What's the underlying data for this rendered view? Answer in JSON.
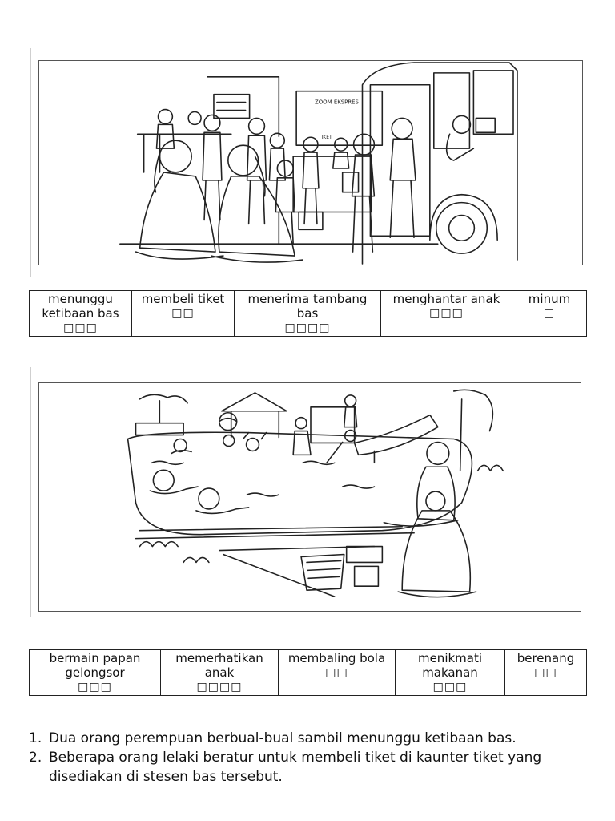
{
  "picture1": {
    "bus_sign_text": "ZOOM EKSPRES",
    "counter_sign_text": "TIKET",
    "vocab": [
      {
        "word": "menunggu ketibaan bas",
        "glyph": "□□□"
      },
      {
        "word": "membeli tiket",
        "glyph": "□□"
      },
      {
        "word": "menerima tambang bas",
        "glyph": "□□□□"
      },
      {
        "word": "menghantar anak",
        "glyph": "□□□"
      },
      {
        "word": "minum",
        "glyph": "□"
      }
    ]
  },
  "picture2": {
    "vocab": [
      {
        "word": "bermain papan gelongsor",
        "glyph": "□□□"
      },
      {
        "word": "memerhatikan anak",
        "glyph": "□□□□"
      },
      {
        "word": "membaling bola",
        "glyph": "□□"
      },
      {
        "word": "menikmati makanan",
        "glyph": "□□□"
      },
      {
        "word": "berenang",
        "glyph": "□□"
      }
    ]
  },
  "sentences": [
    {
      "num": "1.",
      "text": "Dua orang perempuan berbual-bual sambil menunggu ketibaan bas."
    },
    {
      "num": "2.",
      "text": "Beberapa orang lelaki beratur untuk membeli tiket di kaunter tiket yang disediakan di stesen bas tersebut."
    }
  ]
}
